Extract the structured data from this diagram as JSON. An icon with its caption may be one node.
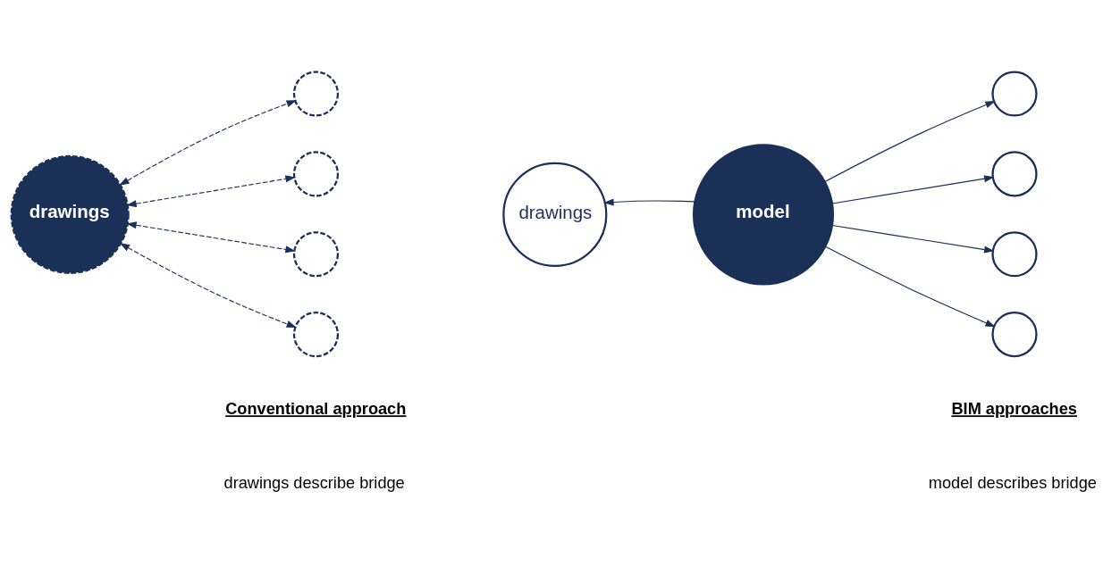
{
  "diagram": {
    "nodes": [
      {
        "text": [
          "drawings"
        ]
      },
      {
        "text": [],
        "shape": "circle"
      },
      {
        "text": [],
        "shape": "circle"
      },
      {
        "text": [],
        "shape": "circle"
      },
      {
        "text": [],
        "shape": "circle"
      },
      {
        "text": [
          "model"
        ]
      },
      {
        "text": [
          "drawings"
        ]
      },
      {
        "text": [],
        "shape": "circle"
      },
      {
        "text": [],
        "shape": "circle"
      },
      {
        "text": [],
        "shape": "circle"
      },
      {
        "text": [],
        "shape": "circle"
      }
    ],
    "edges": [
      {
        "from": 0,
        "to": 1,
        "arrow": "both",
        "style": "dashed"
      },
      {
        "from": 0,
        "to": 2,
        "arrow": "both",
        "style": "dashed"
      },
      {
        "from": 0,
        "to": 3,
        "arrow": "both",
        "style": "dashed"
      },
      {
        "from": 0,
        "to": 4,
        "arrow": "both",
        "style": "dashed"
      },
      {
        "from": 5,
        "to": 6,
        "arrow": "to"
      },
      {
        "from": 5,
        "to": 7,
        "arrow": "to"
      },
      {
        "from": 5,
        "to": 8,
        "arrow": "to"
      },
      {
        "from": 5,
        "to": 9,
        "arrow": "to"
      },
      {
        "from": 5,
        "to": 10,
        "arrow": "to"
      }
    ],
    "labels": [
      "Conventional approach",
      "drawings describe bridge",
      "BIM approaches",
      "model describes bridge"
    ]
  }
}
